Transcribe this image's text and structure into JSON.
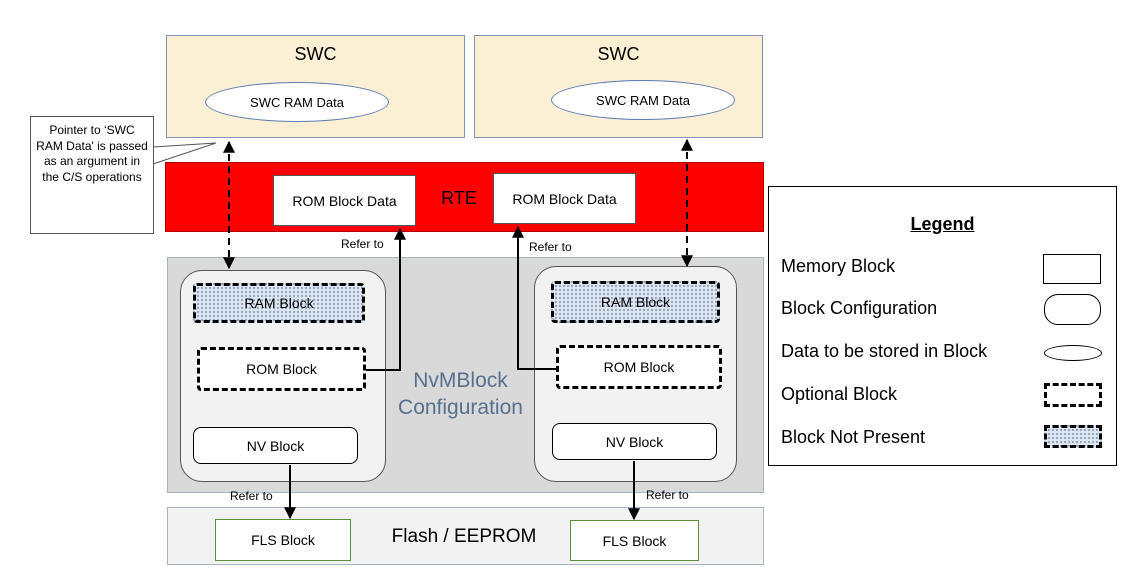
{
  "swc_left": {
    "title": "SWC",
    "ram_data": "SWC RAM Data"
  },
  "swc_right": {
    "title": "SWC",
    "ram_data": "SWC RAM Data"
  },
  "callout": {
    "text": "Pointer to ‘SWC RAM Data' is passed as an argument in the C/S operations"
  },
  "rte": {
    "label": "RTE",
    "rom_left": "ROM Block Data",
    "rom_right": "ROM Block Data"
  },
  "refer_labels": {
    "rom_left": "Refer to",
    "rom_right": "Refer to",
    "nv_left": "Refer to",
    "nv_right": "Refer to"
  },
  "nvm": {
    "label": "NvMBlock Configuration",
    "left": {
      "ram": "RAM Block",
      "rom": "ROM Block",
      "nv": "NV Block"
    },
    "right": {
      "ram": "RAM Block",
      "rom": "ROM Block",
      "nv": "NV Block"
    }
  },
  "flash": {
    "label": "Flash / EEPROM",
    "fls_left": "FLS Block",
    "fls_right": "FLS Block"
  },
  "legend": {
    "title": "Legend",
    "items": [
      {
        "label": "Memory Block",
        "symbol": "rectangle"
      },
      {
        "label": "Block Configuration",
        "symbol": "rounded-rectangle"
      },
      {
        "label": "Data to be stored in Block",
        "symbol": "ellipse"
      },
      {
        "label": "Optional Block",
        "symbol": "dashed-rectangle"
      },
      {
        "label": "Block Not Present",
        "symbol": "dotted-dashed-rectangle"
      }
    ]
  },
  "colors": {
    "swc_fill": "#fbefd4",
    "rte_fill": "#ff0000",
    "nvm_fill": "#d9d9d9",
    "nvm_text": "#56708e",
    "flash_fill": "#f2f2f2",
    "fls_border": "#5a8f3a"
  }
}
